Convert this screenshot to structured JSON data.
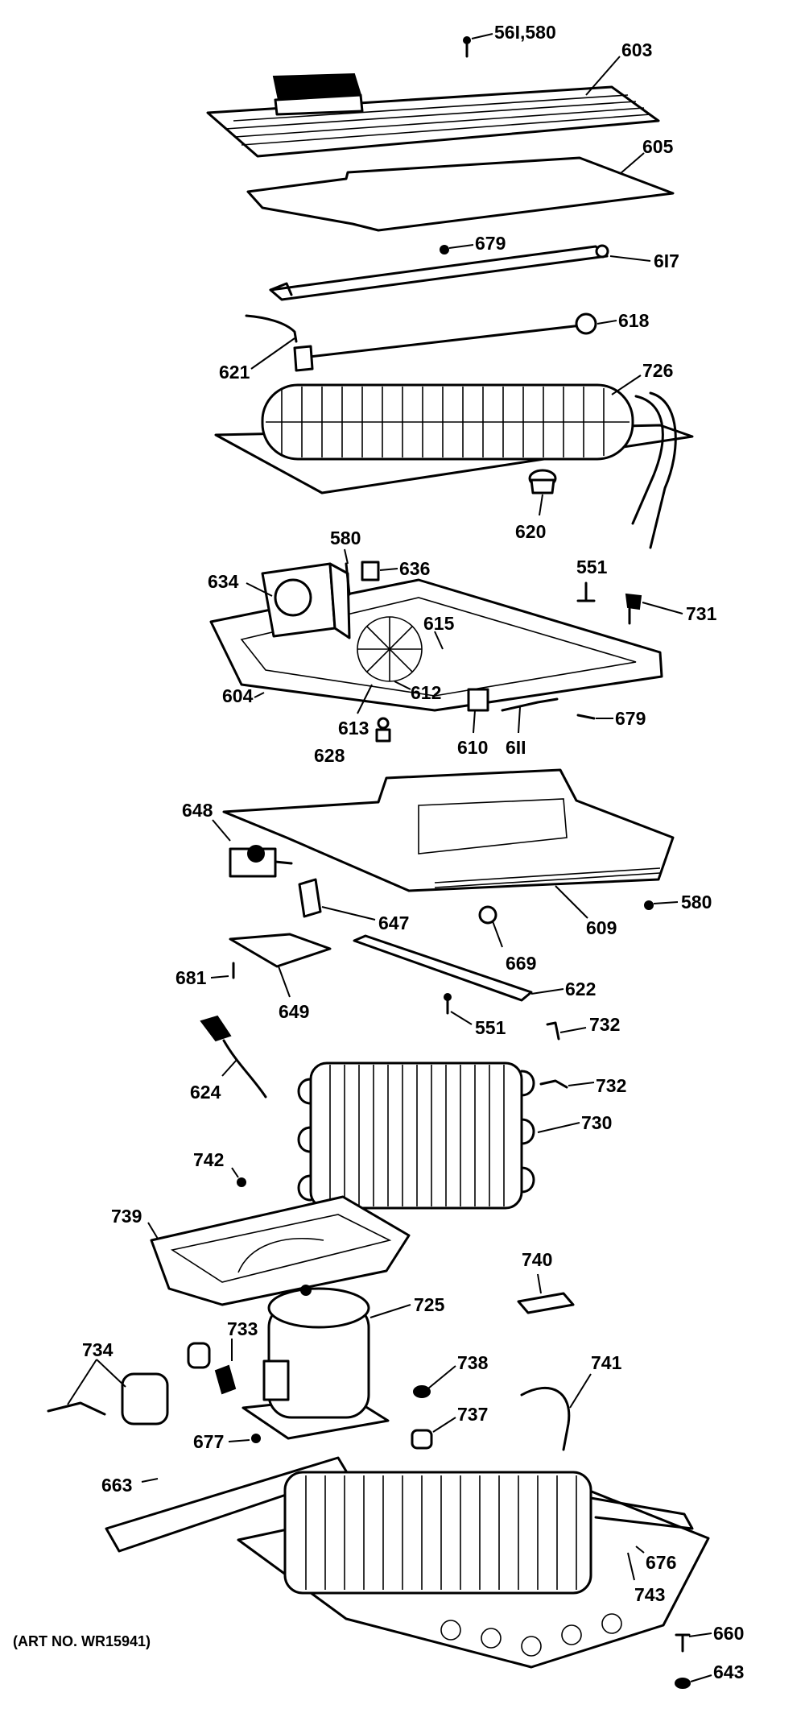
{
  "labels": {
    "l_56_580": "56I,580",
    "l_603": "603",
    "l_605": "605",
    "l_679a": "679",
    "l_617": "6I7",
    "l_618": "618",
    "l_621": "621",
    "l_726": "726",
    "l_620": "620",
    "l_580a": "580",
    "l_636": "636",
    "l_634": "634",
    "l_551a": "551",
    "l_731": "731",
    "l_615": "615",
    "l_604": "604",
    "l_612": "612",
    "l_613": "613",
    "l_628": "628",
    "l_610": "610",
    "l_611": "6II",
    "l_679b": "679",
    "l_648": "648",
    "l_647": "647",
    "l_609": "609",
    "l_580b": "580",
    "l_681": "681",
    "l_649": "649",
    "l_669": "669",
    "l_622": "622",
    "l_551b": "551",
    "l_732a": "732",
    "l_624": "624",
    "l_732b": "732",
    "l_730": "730",
    "l_742": "742",
    "l_739": "739",
    "l_740": "740",
    "l_725": "725",
    "l_733": "733",
    "l_734": "734",
    "l_738": "738",
    "l_741": "741",
    "l_737": "737",
    "l_677": "677",
    "l_663": "663",
    "l_676": "676",
    "l_743": "743",
    "l_660": "660",
    "l_643": "643"
  },
  "art_number": "(ART NO. WR15941)"
}
